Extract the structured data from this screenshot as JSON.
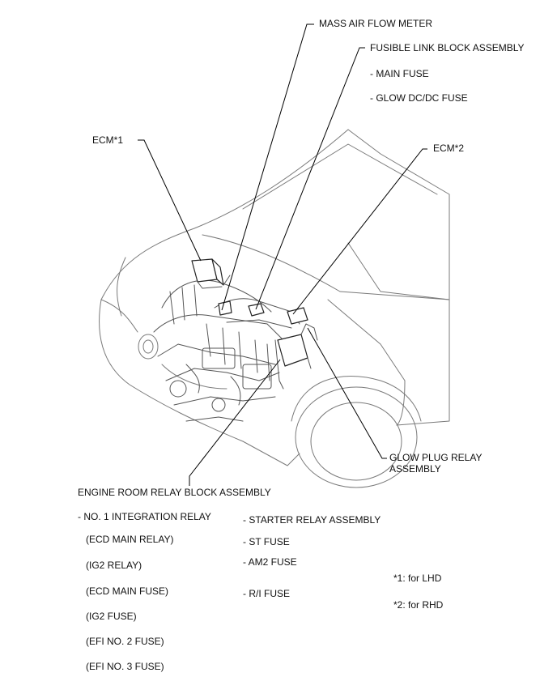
{
  "labels": {
    "mass_air_flow_meter": "MASS AIR FLOW METER",
    "fusible_link_block": "FUSIBLE LINK BLOCK ASSEMBLY",
    "main_fuse": "- MAIN FUSE",
    "glow_dcdc_fuse": "- GLOW DC/DC FUSE",
    "ecm1": "ECM*1",
    "ecm2": "ECM*2",
    "glow_plug_relay_line1": "GLOW PLUG RELAY",
    "glow_plug_relay_line2": "ASSEMBLY",
    "engine_room_relay_block": "ENGINE ROOM RELAY BLOCK ASSEMBLY",
    "no1_integration_relay": "- NO. 1 INTEGRATION RELAY",
    "ecd_main_relay": "(ECD MAIN RELAY)",
    "ig2_relay": "(IG2 RELAY)",
    "ecd_main_fuse": "(ECD MAIN FUSE)",
    "ig2_fuse": "(IG2 FUSE)",
    "efi_no2_fuse": "(EFI NO. 2 FUSE)",
    "efi_no3_fuse": "(EFI NO. 3 FUSE)",
    "starter_relay": "- STARTER RELAY ASSEMBLY",
    "st_fuse": "- ST FUSE",
    "am2_fuse": "- AM2 FUSE",
    "ri_fuse": "- R/I FUSE"
  },
  "notes": {
    "lhd": "*1: for LHD",
    "rhd": "*2: for RHD"
  }
}
